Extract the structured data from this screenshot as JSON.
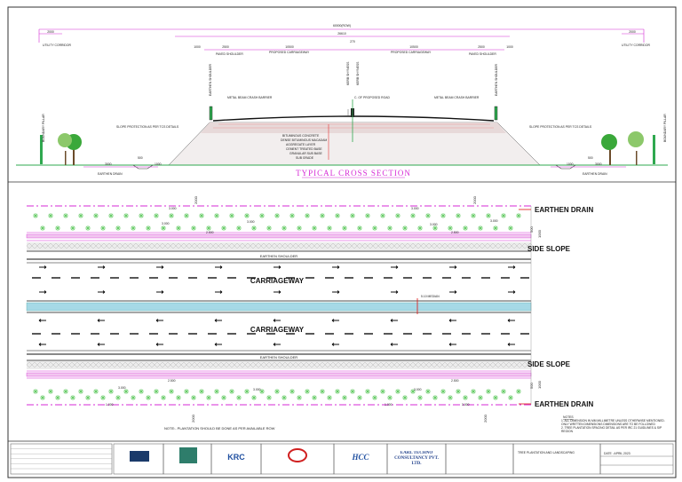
{
  "cross_section": {
    "title": "TYPICAL CROSS SECTION",
    "row_label": "60000(ROW)",
    "center_dim": "26610",
    "utility_left": {
      "dim": "2000",
      "label": "UTILITY CORRIDOR"
    },
    "utility_right": {
      "dim": "2000",
      "label": "UTILITY CORRIDOR"
    },
    "dims_top": [
      "1000",
      "2500",
      "10500",
      "270",
      "10500",
      "2500",
      "1000"
    ],
    "paved_shoulder": "PAVED SHOULDER",
    "proposed_carriageway": "PROPOSED CARRIAGEWAY",
    "earthen_shoulder": "EARTHEN SHOULDER",
    "kerb_shyness": "KERB SHYNESS",
    "barrier": "METAL BEAM CRASH BARRIER",
    "cl_label": "C. OF PROPOSED ROAD",
    "layers": [
      "BITUMINOUS CONCRETE",
      "DENSE BITUMINOUS MACADAM",
      "AGGREGATE LAYER",
      "CEMENT TREATED BASE",
      "GRANULAR SUB BASE",
      "SUB GRADE"
    ],
    "slope_protection": "SLOPE PROTECTION AS PER TCS DETAILS",
    "boundary_pillar": "BOUNDARY PILLAR",
    "earthen_drain": "EARTHEN DRAIN",
    "bottom_dims": [
      "3000",
      "500",
      "1000"
    ]
  },
  "plan": {
    "earthen_drain_top": "EARTHEN DRAIN",
    "earthen_drain_bottom": "EARTHEN DRAIN",
    "side_slope_top": "SIDE SLOPE",
    "side_slope_bottom": "SIDE SLOPE",
    "earthen_shoulder_top": "EARTHEN SHOULDER",
    "earthen_shoulder_bottom": "EARTHEN SHOULDER",
    "carriageway_top": "CARRIAGEWAY",
    "carriageway_bottom": "CARRIAGEWAY",
    "median": "5.10 MEDIAN",
    "dim_2000": "2000",
    "dim_3000": "3.000",
    "dim_2500": "2.500",
    "dim_1000": "1.000",
    "dim_500": "500",
    "dim_1000b": "1000",
    "note": "NOTE:- PLANTATION SHOULD BE DONE AS PER AVAILABLE ROW"
  },
  "notes": {
    "heading": "NOTES",
    "items": [
      "1.  ALL DIMENSION IN MM MILLIMETRE UNLESS OTHERWISE MENTIONED. ONLY WRITTEN DIMENSIONS DIMENSIONS ARE TO BE FOLLOWED",
      "2.  TREE PLANTATION SPACING DETAIL AS PER IRC 21 GUIDLINES & SIP REGION"
    ]
  },
  "title_block": {
    "logos": [
      "KRC",
      "HCC",
      "EARL TECHNO CONSULTANCY PVT. LTD."
    ],
    "drawing_title": "TREE PLANTATION AND LANDSCAPING",
    "date_label": "DATE : APRIL 2023"
  },
  "colors": {
    "magenta": "#d62ad6",
    "green": "#2fa84f",
    "red": "#e01010",
    "median": "#9fd7e6"
  }
}
